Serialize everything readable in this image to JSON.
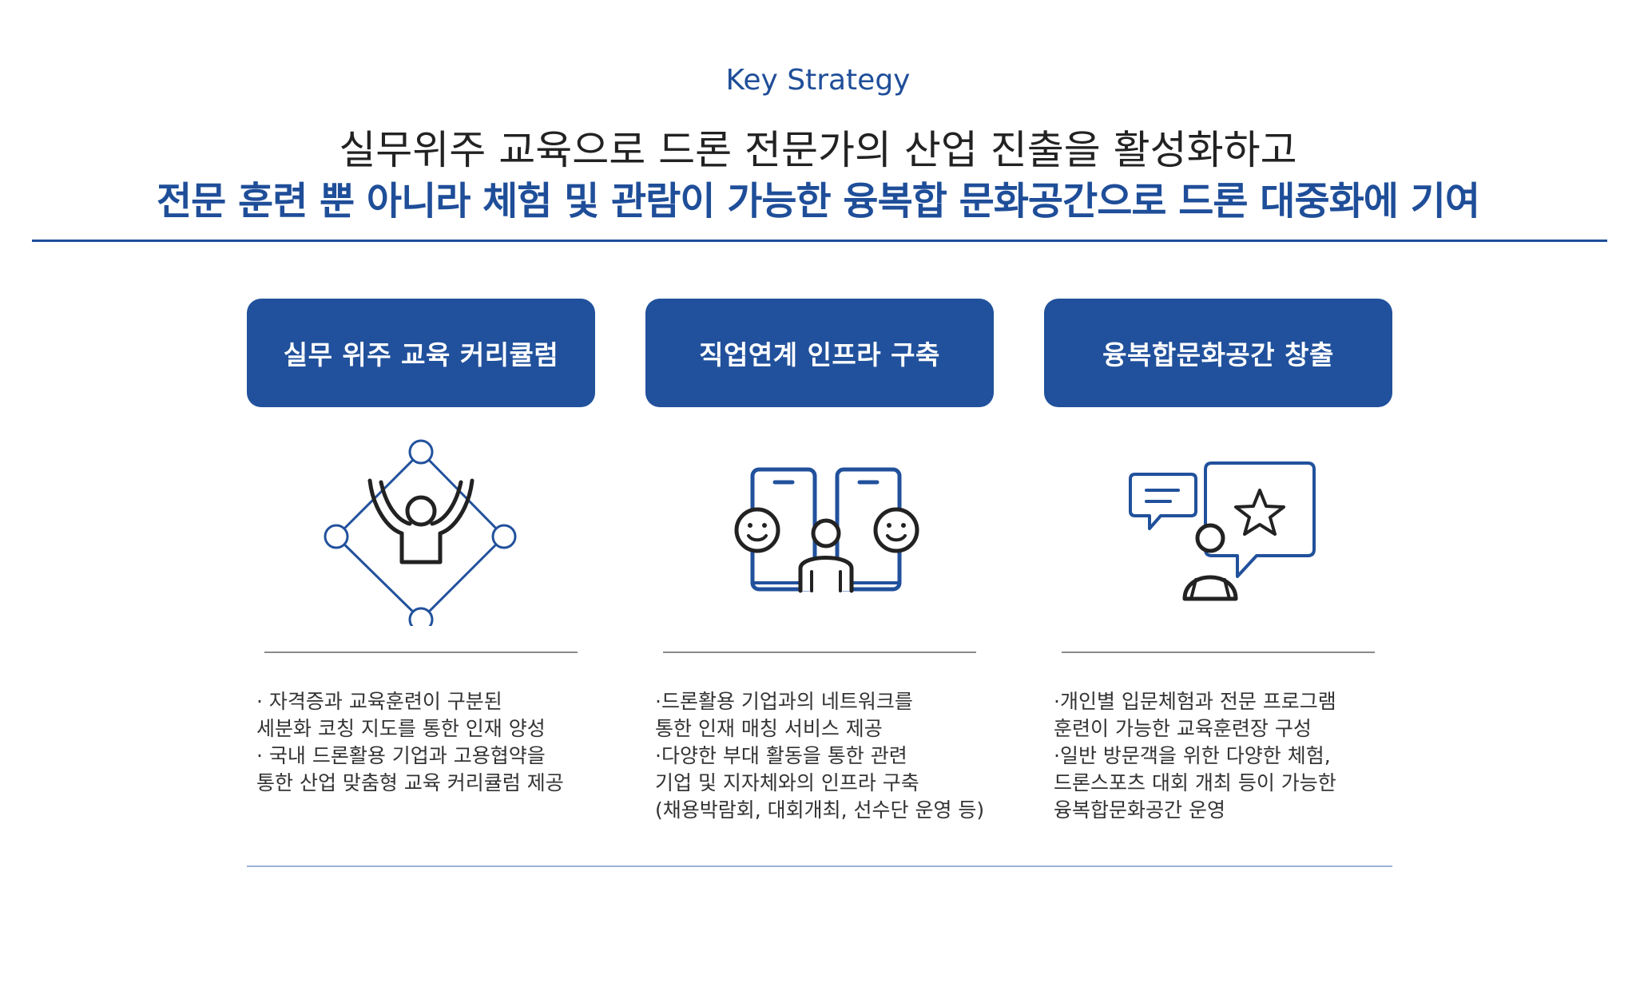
{
  "header": {
    "kicker": "Key Strategy",
    "line1": "실무위주 교육으로 드론 전문가의 산업 진출을 활성화하고",
    "line2": "전문 훈련 뿐 아니라 체험 및 관람이 가능한 융복합 문화공간으로 드론 대중화에 기여"
  },
  "colors": {
    "brand_blue": "#21519c",
    "text": "#333333",
    "rule": "#8a8a8a"
  },
  "strategies": [
    {
      "title": "실무 위주 교육 커리큘럼",
      "icon": "person-network-icon",
      "lines": [
        "· 자격증과 교육훈련이 구분된",
        "  세분화 코칭 지도를 통한 인재 양성",
        "· 국내 드론활용 기업과 고용협약을",
        "  통한 산업 맞춤형 교육 커리큘럼 제공"
      ]
    },
    {
      "title": "직업연계 인프라 구축",
      "icon": "job-matching-icon",
      "lines": [
        "·드론활용 기업과의 네트워크를",
        " 통한 인재 매칭 서비스 제공",
        "·다양한 부대 활동을 통한 관련",
        " 기업 및 지자체와의 인프라 구축",
        " (채용박람회, 대회개최, 선수단 운영 등)"
      ]
    },
    {
      "title": "융복합문화공간 창출",
      "icon": "chat-star-person-icon",
      "lines": [
        "·개인별 입문체험과 전문 프로그램",
        " 훈련이 가능한 교육훈련장 구성",
        "·일반 방문객을 위한 다양한 체험,",
        " 드론스포츠 대회 개최 등이 가능한",
        " 융복합문화공간 운영"
      ]
    }
  ]
}
